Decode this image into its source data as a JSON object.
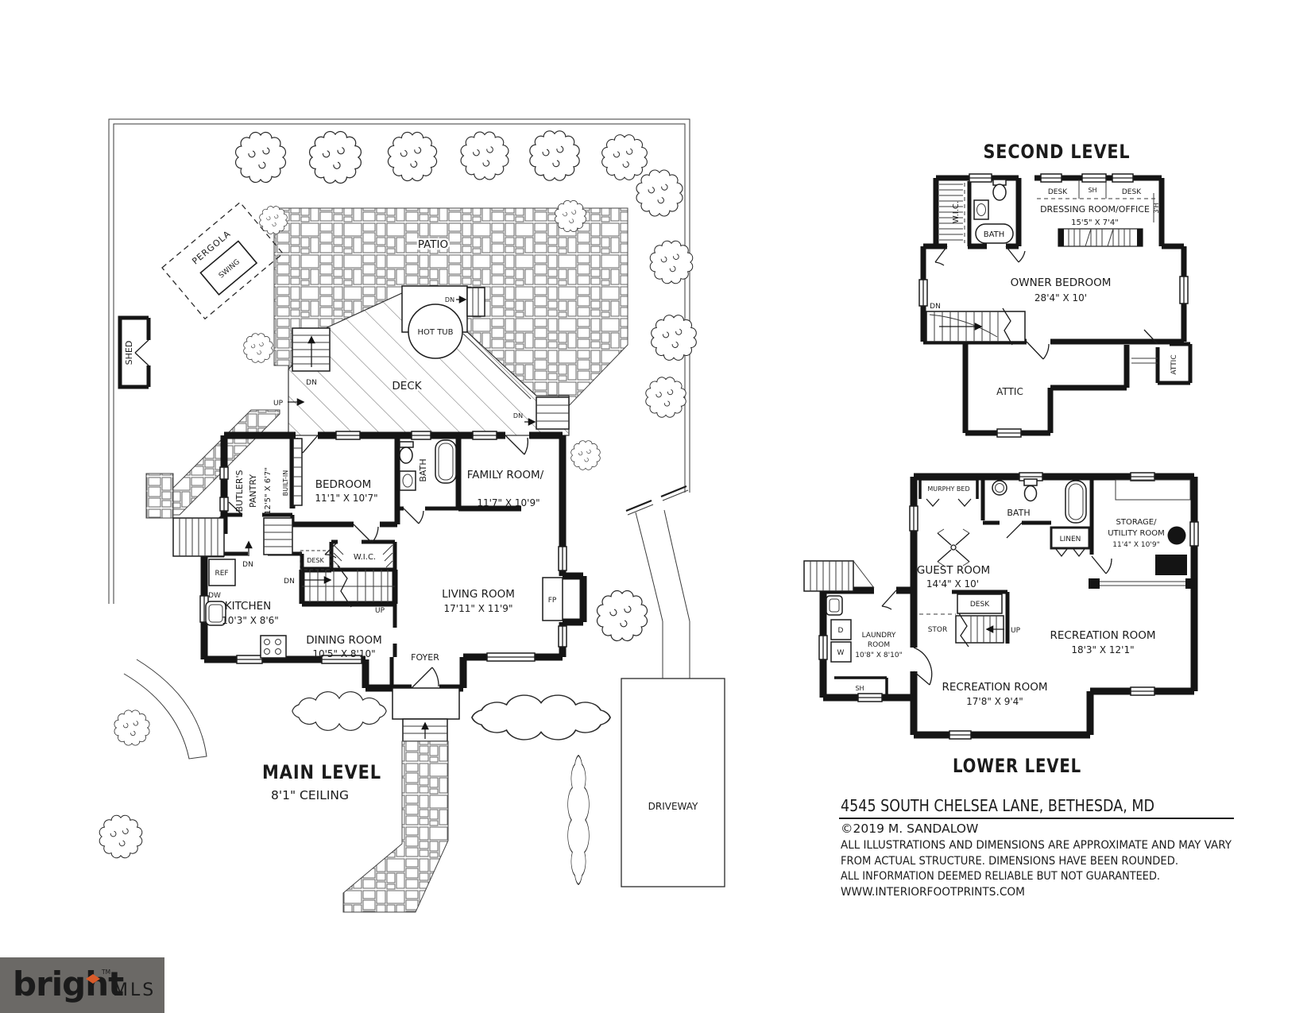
{
  "footer": {
    "address": "4545 SOUTH CHELSEA LANE, BETHESDA, MD",
    "copyright": "©2019 M. SANDALOW",
    "disclaimer1": "ALL ILLUSTRATIONS AND DIMENSIONS ARE APPROXIMATE AND MAY VARY",
    "disclaimer2": "FROM ACTUAL STRUCTURE. DIMENSIONS HAVE BEEN ROUNDED.",
    "disclaimer3": "ALL INFORMATION DEEMED RELIABLE BUT NOT GUARANTEED.",
    "website": "WWW.INTERIORFOOTPRINTS.COM"
  },
  "logo": {
    "brand": "bright",
    "tm": "TM",
    "suffix": "MLS",
    "box_color": "#6b6966",
    "brand_color": "#edeae2",
    "accent_color": "#d95b2a",
    "suffix_color": "#b2b0ab"
  },
  "main_level": {
    "title": "MAIN LEVEL",
    "ceiling": "8'1\" CEILING",
    "site_labels": {
      "pergola": "PERGOLA",
      "swing": "SWING",
      "shed": "SHED",
      "patio": "PATIO",
      "hot_tub": "HOT TUB",
      "deck": "DECK",
      "driveway": "DRIVEWAY"
    },
    "rooms": {
      "butlers_pantry": {
        "name1": "BUTLER'S",
        "name2": "PANTRY",
        "dims": "12'5\" X 6'7\""
      },
      "bedroom": {
        "name": "BEDROOM",
        "dims": "11'1\" X 10'7\""
      },
      "family_room": {
        "name": "FAMILY ROOM/",
        "dims": "11'7\" X 10'9\""
      },
      "living_room": {
        "name": "LIVING ROOM",
        "dims": "17'11\" X 11'9\""
      },
      "kitchen": {
        "name": "KITCHEN",
        "dims": "10'3\" X 8'6\""
      },
      "dining_room": {
        "name": "DINING ROOM",
        "dims": "10'5\" X 8'10\""
      }
    },
    "labels": {
      "bath": "BATH",
      "wic": "W.I.C.",
      "desk": "DESK",
      "built_in": "BUILT-IN",
      "foyer": "FOYER",
      "ref": "REF",
      "dw": "DW",
      "fp": "FP",
      "up": "UP",
      "dn": "DN"
    }
  },
  "second_level": {
    "title": "SECOND LEVEL",
    "rooms": {
      "dressing_room": {
        "name": "DRESSING ROOM/OFFICE",
        "dims": "15'5\" X 7'4\""
      },
      "owner_bedroom": {
        "name": "OWNER BEDROOM",
        "dims": "28'4\" X 10'"
      }
    },
    "labels": {
      "wic": "W.I.C.",
      "bath": "BATH",
      "desk": "DESK",
      "sh": "SH",
      "shelf_height": "3'H",
      "attic": "ATTIC",
      "dn": "DN"
    }
  },
  "lower_level": {
    "title": "LOWER LEVEL",
    "rooms": {
      "guest_room": {
        "name": "GUEST ROOM",
        "dims": "14'4\" X 10'"
      },
      "storage": {
        "line1": "STORAGE/",
        "line2": "UTILITY ROOM",
        "dims": "11'4\" X 10'9\""
      },
      "laundry": {
        "line1": "LAUNDRY",
        "line2": "ROOM",
        "dims": "10'8\" X 8'10\""
      },
      "rec_room_1": {
        "name": "RECREATION ROOM",
        "dims": "18'3\" X 12'1\""
      },
      "rec_room_2": {
        "name": "RECREATION ROOM",
        "dims": "17'8\" X 9'4\""
      }
    },
    "labels": {
      "murphy_bed": "MURPHY BED",
      "bath": "BATH",
      "linen": "LINEN",
      "desk": "DESK",
      "stor": "STOR",
      "up": "UP",
      "sh": "SH",
      "d": "D",
      "w": "W"
    }
  }
}
